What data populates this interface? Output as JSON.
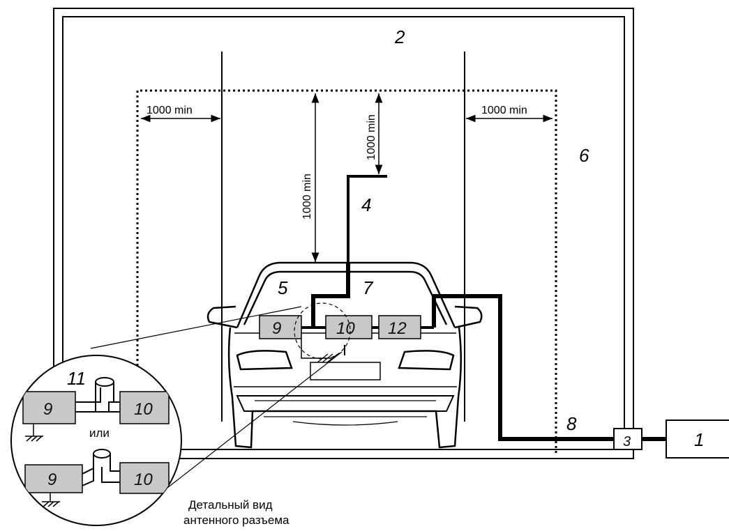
{
  "labels": {
    "n1": "1",
    "n2": "2",
    "n3": "3",
    "n4": "4",
    "n5": "5",
    "n6": "6",
    "n7": "7",
    "n8": "8",
    "n9": "9",
    "n10": "10",
    "n11": "11",
    "n12": "12"
  },
  "dimensions": {
    "left": "1000 min",
    "right": "1000 min",
    "roof": "1000 min",
    "antenna": "1000 min"
  },
  "detail": {
    "or_label": "или",
    "caption_line1": "Детальный вид",
    "caption_line2": "антенного разъема",
    "box_a1": "9",
    "box_b1": "10",
    "box_a2": "9",
    "box_b2": "10"
  },
  "colors": {
    "box_fill": "#c8c8c8",
    "line": "#000000"
  }
}
